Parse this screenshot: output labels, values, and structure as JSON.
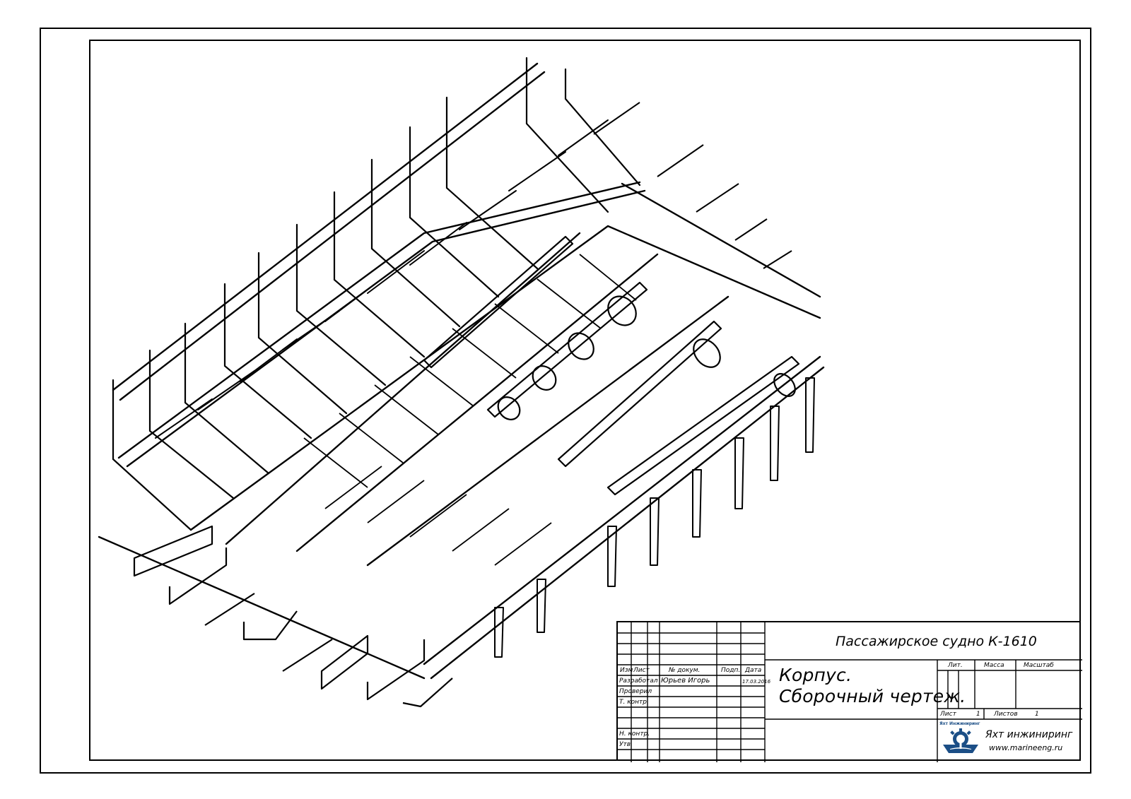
{
  "title_block": {
    "project_title": "Пассажирское судно К-1610",
    "document_title_line1": "Корпус.",
    "document_title_line2": "Сборочный чертеж.",
    "col_headers": {
      "change": "Изм",
      "sheet": "Лист",
      "doc_no": "№ докум.",
      "signature": "Подп.",
      "date": "Дата"
    },
    "rows": {
      "developed": "Разработал",
      "developer_name": "Юрьев Игорь",
      "develop_date": "17.03.2016",
      "checked": "Проверил",
      "tech_control": "Т. контр.",
      "norm_control": "Н. контр.",
      "approved": "Утв"
    },
    "lit_label": "Лит.",
    "mass_label": "Масса",
    "scale_label": "Масштаб",
    "sheet_label": "Лист",
    "sheet_value": "1",
    "sheets_label": "Листов",
    "sheets_value": "1",
    "logo_text": "Яхт Инжиниринг",
    "company_name": "Яхт инжиниринг",
    "company_url": "www.marineeng.ru"
  },
  "colors": {
    "ink": "#000000",
    "paper": "#ffffff",
    "logo_blue": "#1b4e86"
  },
  "icons": {
    "logo": "gear-ship-logo-icon"
  }
}
